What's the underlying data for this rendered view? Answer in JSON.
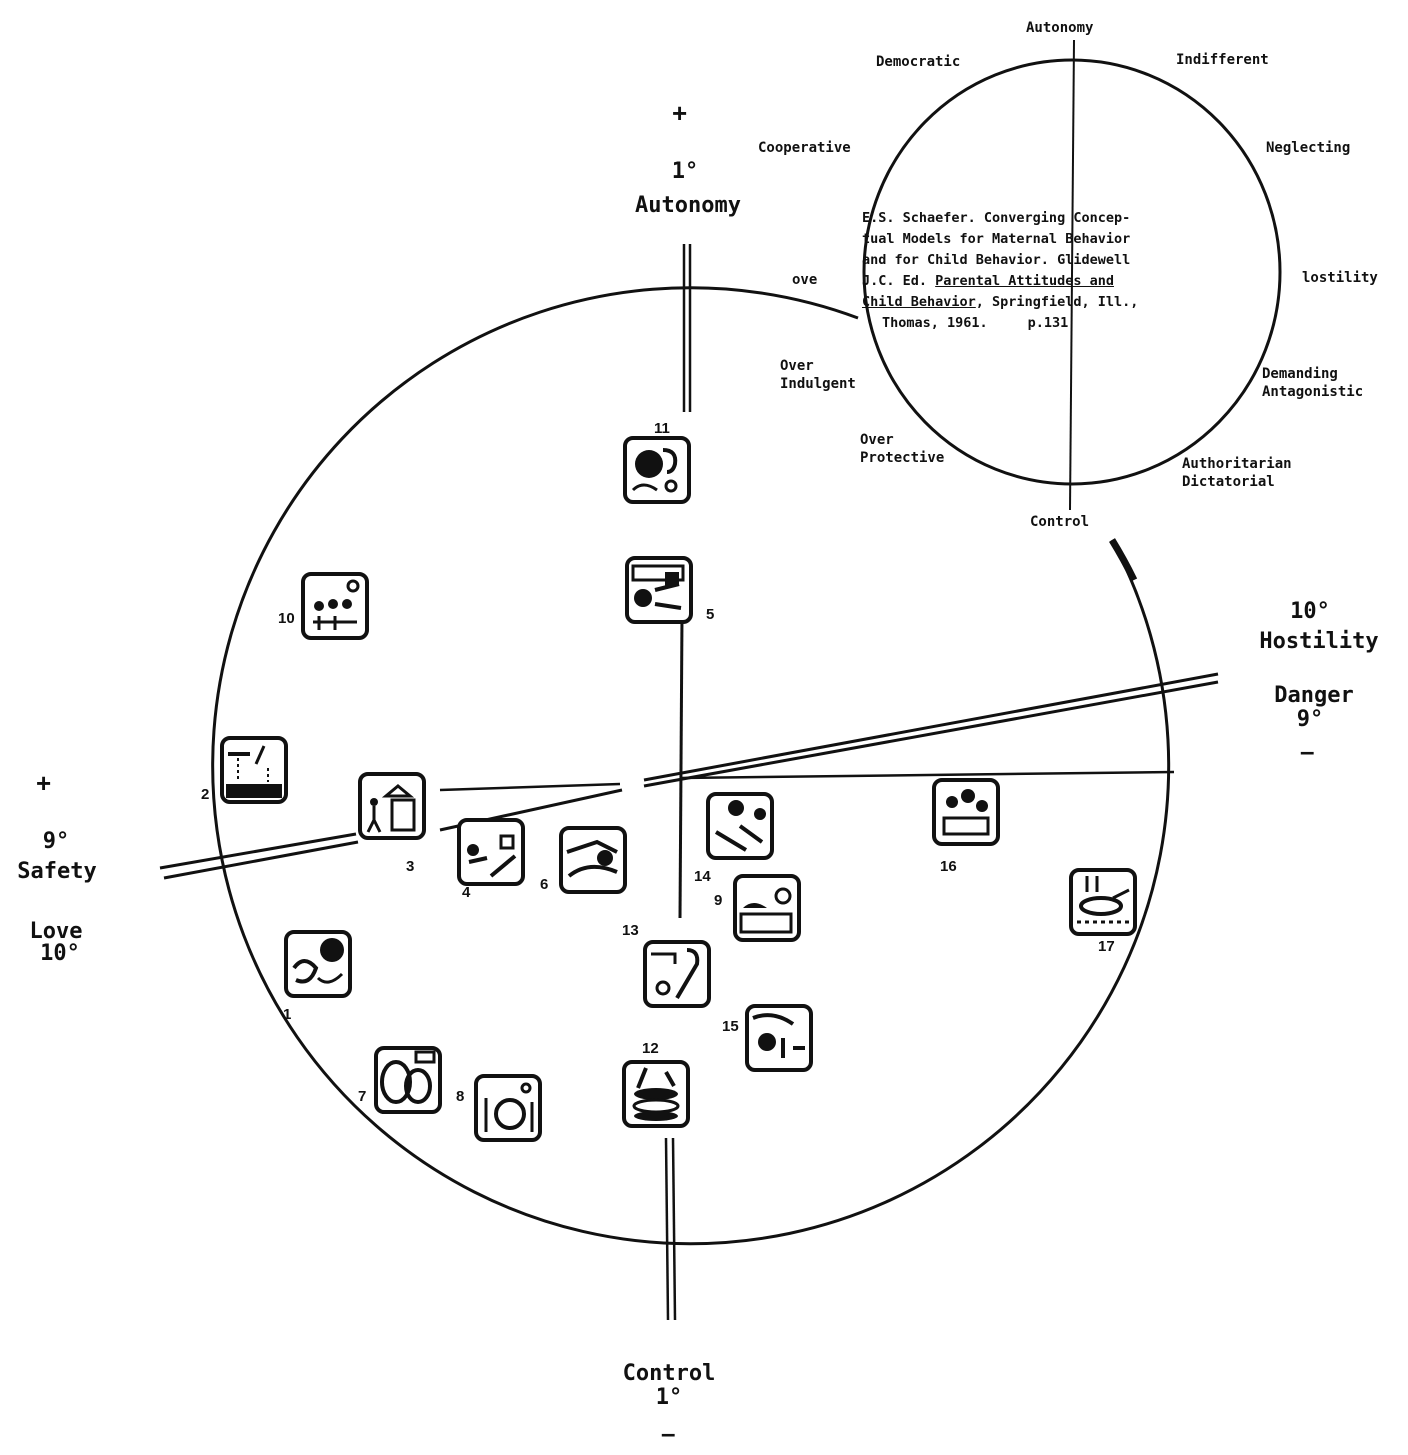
{
  "main_axes": {
    "top_sign": "+",
    "top_degree": "1°",
    "top_label": "Autonomy",
    "bottom_label": "Control",
    "bottom_degree": "1°",
    "bottom_sign": "–",
    "left_sign": "+",
    "left_degree": "9°",
    "left_label_1": "Safety",
    "left_label_2": "Love",
    "left_degree_2": "10°",
    "right_degree": "10°",
    "right_label_1": "Hostility",
    "right_label_2": "Danger",
    "right_degree_2": "9°",
    "right_sign": "–"
  },
  "schaefer_circle": {
    "top": "Autonomy",
    "democratic": "Democratic",
    "indifferent": "Indifferent",
    "cooperative": "Cooperative",
    "neglecting": "Neglecting",
    "love_fragment": "ove",
    "hostility_fragment": "lostility",
    "over_indulgent_1": "Over",
    "over_indulgent_2": "Indulgent",
    "demanding_1": "Demanding",
    "demanding_2": "Antagonistic",
    "over_protective_1": "Over",
    "over_protective_2": "Protective",
    "authoritarian_1": "Authoritarian",
    "authoritarian_2": "Dictatorial",
    "bottom": "Control"
  },
  "citation": {
    "line1": "E.S. Schaefer. Converging Concep-",
    "line2": "tual Models for Maternal Behavior",
    "line3": "and for Child Behavior. Glidewell",
    "line4_pre": "J.C. Ed. ",
    "line4_title": "Parental Attitudes and",
    "line5_title": "Child Behavior",
    "line5_post": ", Springfield, Ill.,",
    "line6": "Thomas, 1961.",
    "page": "p.131"
  },
  "pictures": [
    {
      "number": "1"
    },
    {
      "number": "2"
    },
    {
      "number": "3"
    },
    {
      "number": "4"
    },
    {
      "number": "5"
    },
    {
      "number": "6"
    },
    {
      "number": "7"
    },
    {
      "number": "8"
    },
    {
      "number": "9"
    },
    {
      "number": "10"
    },
    {
      "number": "11"
    },
    {
      "number": "12"
    },
    {
      "number": "13"
    },
    {
      "number": "14"
    },
    {
      "number": "15"
    },
    {
      "number": "16"
    },
    {
      "number": "17"
    }
  ]
}
